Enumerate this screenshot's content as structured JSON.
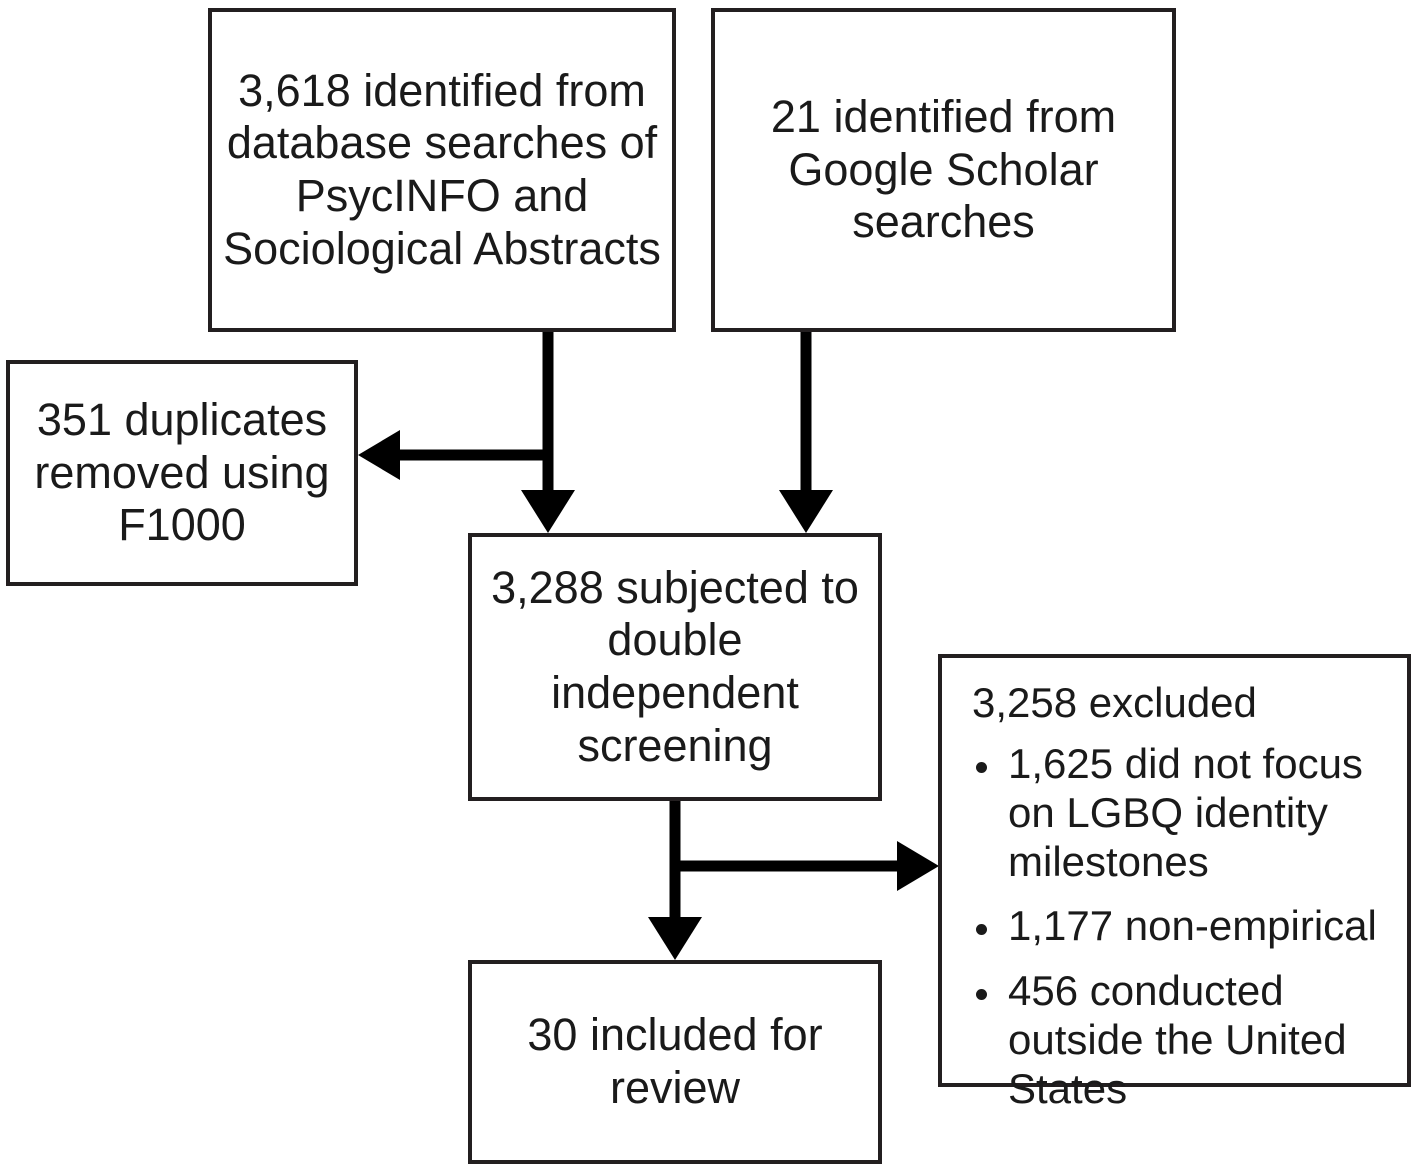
{
  "diagram": {
    "title": "Study selection flow diagram",
    "type": "flowchart",
    "colors": {
      "box_border": "#231f20",
      "connector": "#000000",
      "text": "#1a1a1a",
      "background": "#ffffff"
    },
    "nodes": {
      "database_search": {
        "name": "database-search-box",
        "text": "3,618 identified from database searches of PsycINFO and Sociological Abstracts",
        "count": "3,618"
      },
      "google_scholar": {
        "name": "google-scholar-box",
        "text": "21 identified from Google Scholar searches",
        "count": "21"
      },
      "duplicates_removed": {
        "name": "duplicates-removed-box",
        "text": "351 duplicates removed using F1000",
        "count": "351"
      },
      "screening": {
        "name": "screening-box",
        "text": "3,288 subjected to double independent screening",
        "count": "3,288"
      },
      "excluded": {
        "name": "excluded-box",
        "heading": "3,258 excluded",
        "count": "3,258",
        "reasons": [
          "1,625 did not focus on LGBQ identity milestones",
          "1,177 non-empirical",
          "456 conducted outside the United States"
        ]
      },
      "included": {
        "name": "included-box",
        "text": "30 included for review",
        "count": "30"
      }
    },
    "connectors": [
      {
        "name": "db-search-to-screening",
        "from": "database_search",
        "to": "screening",
        "arrow": "down"
      },
      {
        "name": "db-search-to-duplicates",
        "from": "database_search",
        "to": "duplicates_removed",
        "arrow": "left"
      },
      {
        "name": "google-scholar-to-screening",
        "from": "google_scholar",
        "to": "screening",
        "arrow": "down"
      },
      {
        "name": "screening-to-excluded",
        "from": "screening",
        "to": "excluded",
        "arrow": "right"
      },
      {
        "name": "screening-to-included",
        "from": "screening",
        "to": "included",
        "arrow": "down"
      }
    ]
  }
}
